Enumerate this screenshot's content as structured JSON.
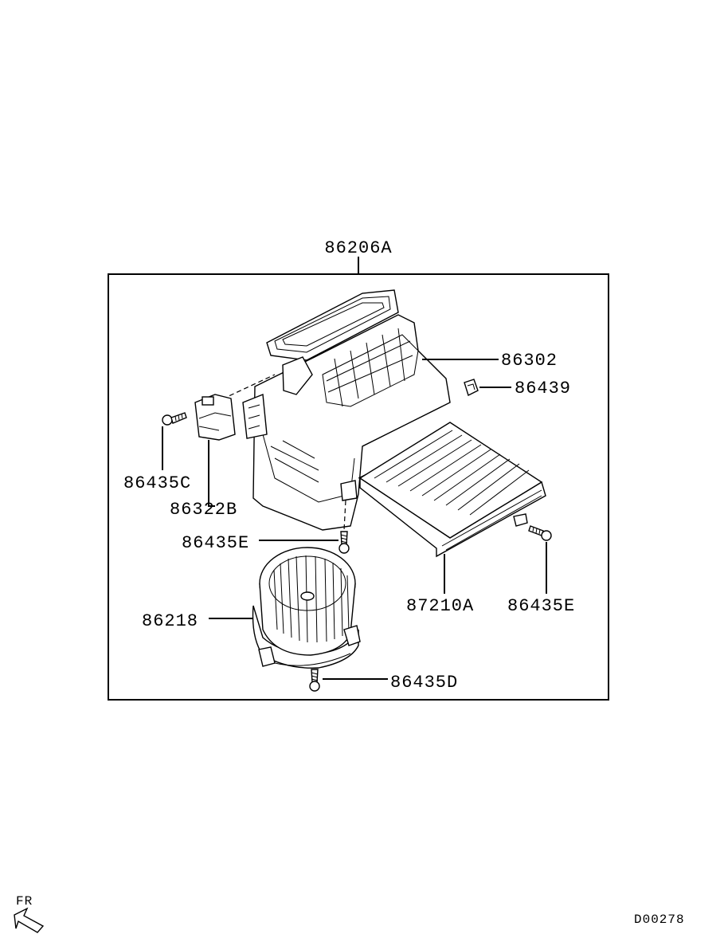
{
  "parts": {
    "assembly": "86206A",
    "housing_case": "86302",
    "clip": "86439",
    "screw_left": "86435C",
    "resistor": "86322B",
    "screw_lower": "86435E",
    "filter": "87210A",
    "screw_right": "86435E",
    "blower_motor": "86218",
    "screw_bottom": "86435D"
  },
  "orientation_label": "FR",
  "diagram_code": "D00278"
}
